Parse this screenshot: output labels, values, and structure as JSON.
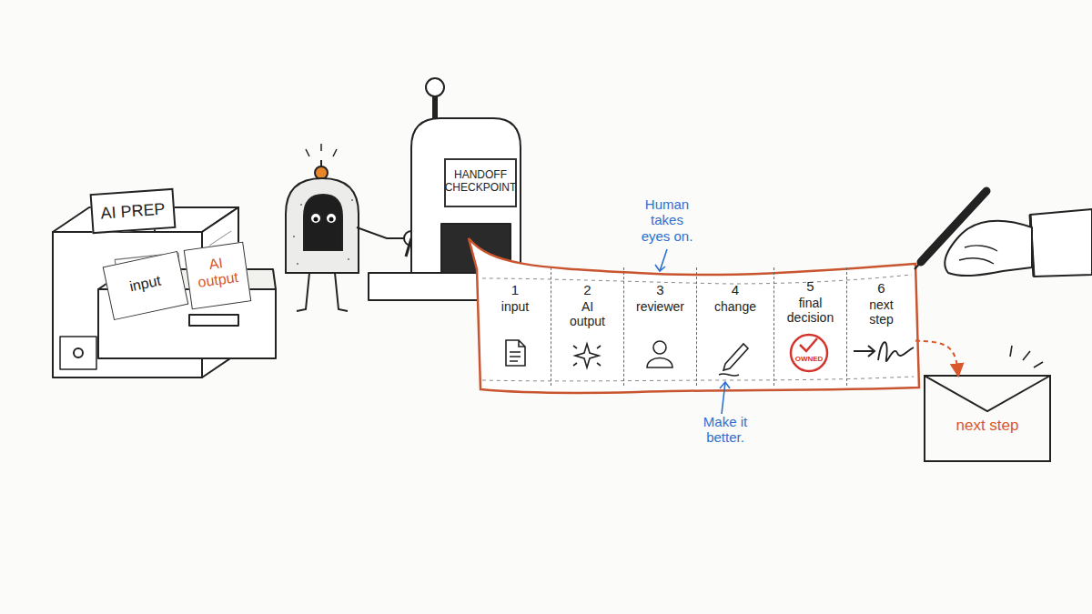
{
  "diagram": {
    "nodes": [
      {
        "text": [
          "AI PREP"
        ]
      },
      {
        "text": [
          "input"
        ]
      },
      {
        "text": [
          "AI output"
        ]
      },
      {
        "text": [
          "HANDOFF CHECKPOINT"
        ]
      },
      {
        "text": [
          "1",
          "input"
        ]
      },
      {
        "text": [
          "2",
          "AI output"
        ]
      },
      {
        "text": [
          "3",
          "reviewer"
        ]
      },
      {
        "text": [
          "4",
          "change"
        ]
      },
      {
        "text": [
          "5",
          "final decision"
        ]
      },
      {
        "text": [
          "OWNED"
        ],
        "in": 8
      },
      {
        "text": [
          "6",
          "next step"
        ]
      },
      {
        "text": [
          "next step"
        ]
      }
    ],
    "edges": [
      {
        "from": 10,
        "to": 11,
        "arrow": "to"
      }
    ],
    "labels": [
      "Human takes eyes on.",
      "Make it better."
    ]
  }
}
